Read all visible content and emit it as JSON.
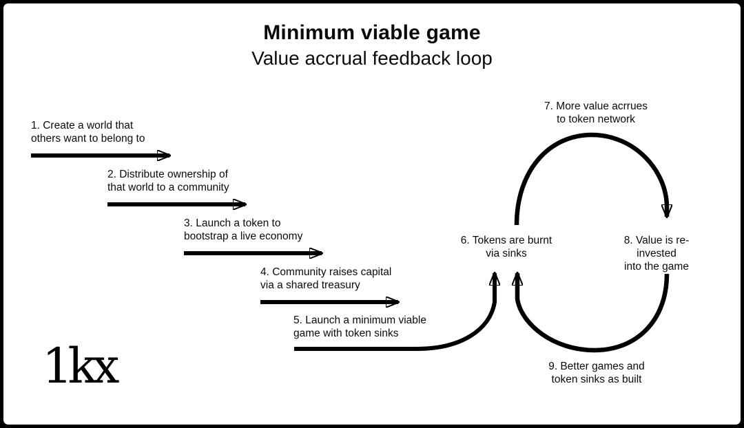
{
  "canvas": {
    "background": "#ffffff",
    "border_color": "#000000",
    "ink_color": "#000000"
  },
  "title": {
    "heading": "Minimum viable game",
    "subheading": "Value accrual feedback loop"
  },
  "sequence_steps": [
    {
      "label": "1. Create a world that\nothers want to belong to"
    },
    {
      "label": "2. Distribute ownership of\nthat world to a community"
    },
    {
      "label": "3. Launch a token to\nbootstrap a live economy"
    },
    {
      "label": "4. Community raises capital\nvia a shared treasury"
    },
    {
      "label": "5. Launch a minimum viable\ngame with token sinks"
    }
  ],
  "loop_nodes": [
    {
      "label": "6. Tokens are burnt\nvia sinks"
    },
    {
      "label": "7. More value acrrues\nto token network"
    },
    {
      "label": "8. Value is re-invested\ninto the game"
    },
    {
      "label": "9. Better games and\ntoken sinks as built"
    }
  ],
  "logo": {
    "text": "1kx"
  }
}
